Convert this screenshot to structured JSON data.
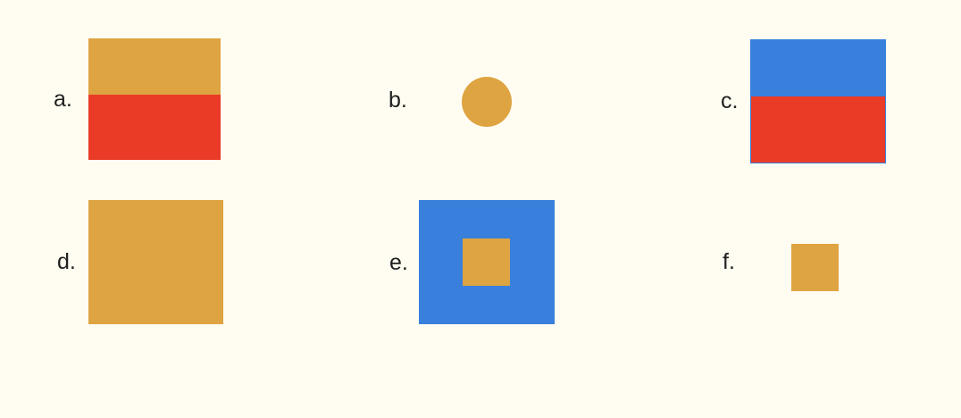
{
  "colors": {
    "background": "#fffdf1",
    "orange": "#dea441",
    "red": "#e93b26",
    "blue": "#3880dc"
  },
  "items": [
    {
      "label": "a.",
      "shape": "rectangle",
      "parts": [
        {
          "color": "orange"
        },
        {
          "color": "red"
        }
      ]
    },
    {
      "label": "b.",
      "shape": "circle",
      "parts": [
        {
          "color": "orange"
        }
      ]
    },
    {
      "label": "c.",
      "shape": "rectangle",
      "parts": [
        {
          "color": "blue"
        },
        {
          "color": "red"
        }
      ]
    },
    {
      "label": "d.",
      "shape": "square",
      "parts": [
        {
          "color": "orange"
        }
      ]
    },
    {
      "label": "e.",
      "shape": "square-with-inner-square",
      "parts": [
        {
          "color": "blue"
        },
        {
          "color": "orange"
        }
      ]
    },
    {
      "label": "f.",
      "shape": "small-square",
      "parts": [
        {
          "color": "orange"
        }
      ]
    }
  ]
}
